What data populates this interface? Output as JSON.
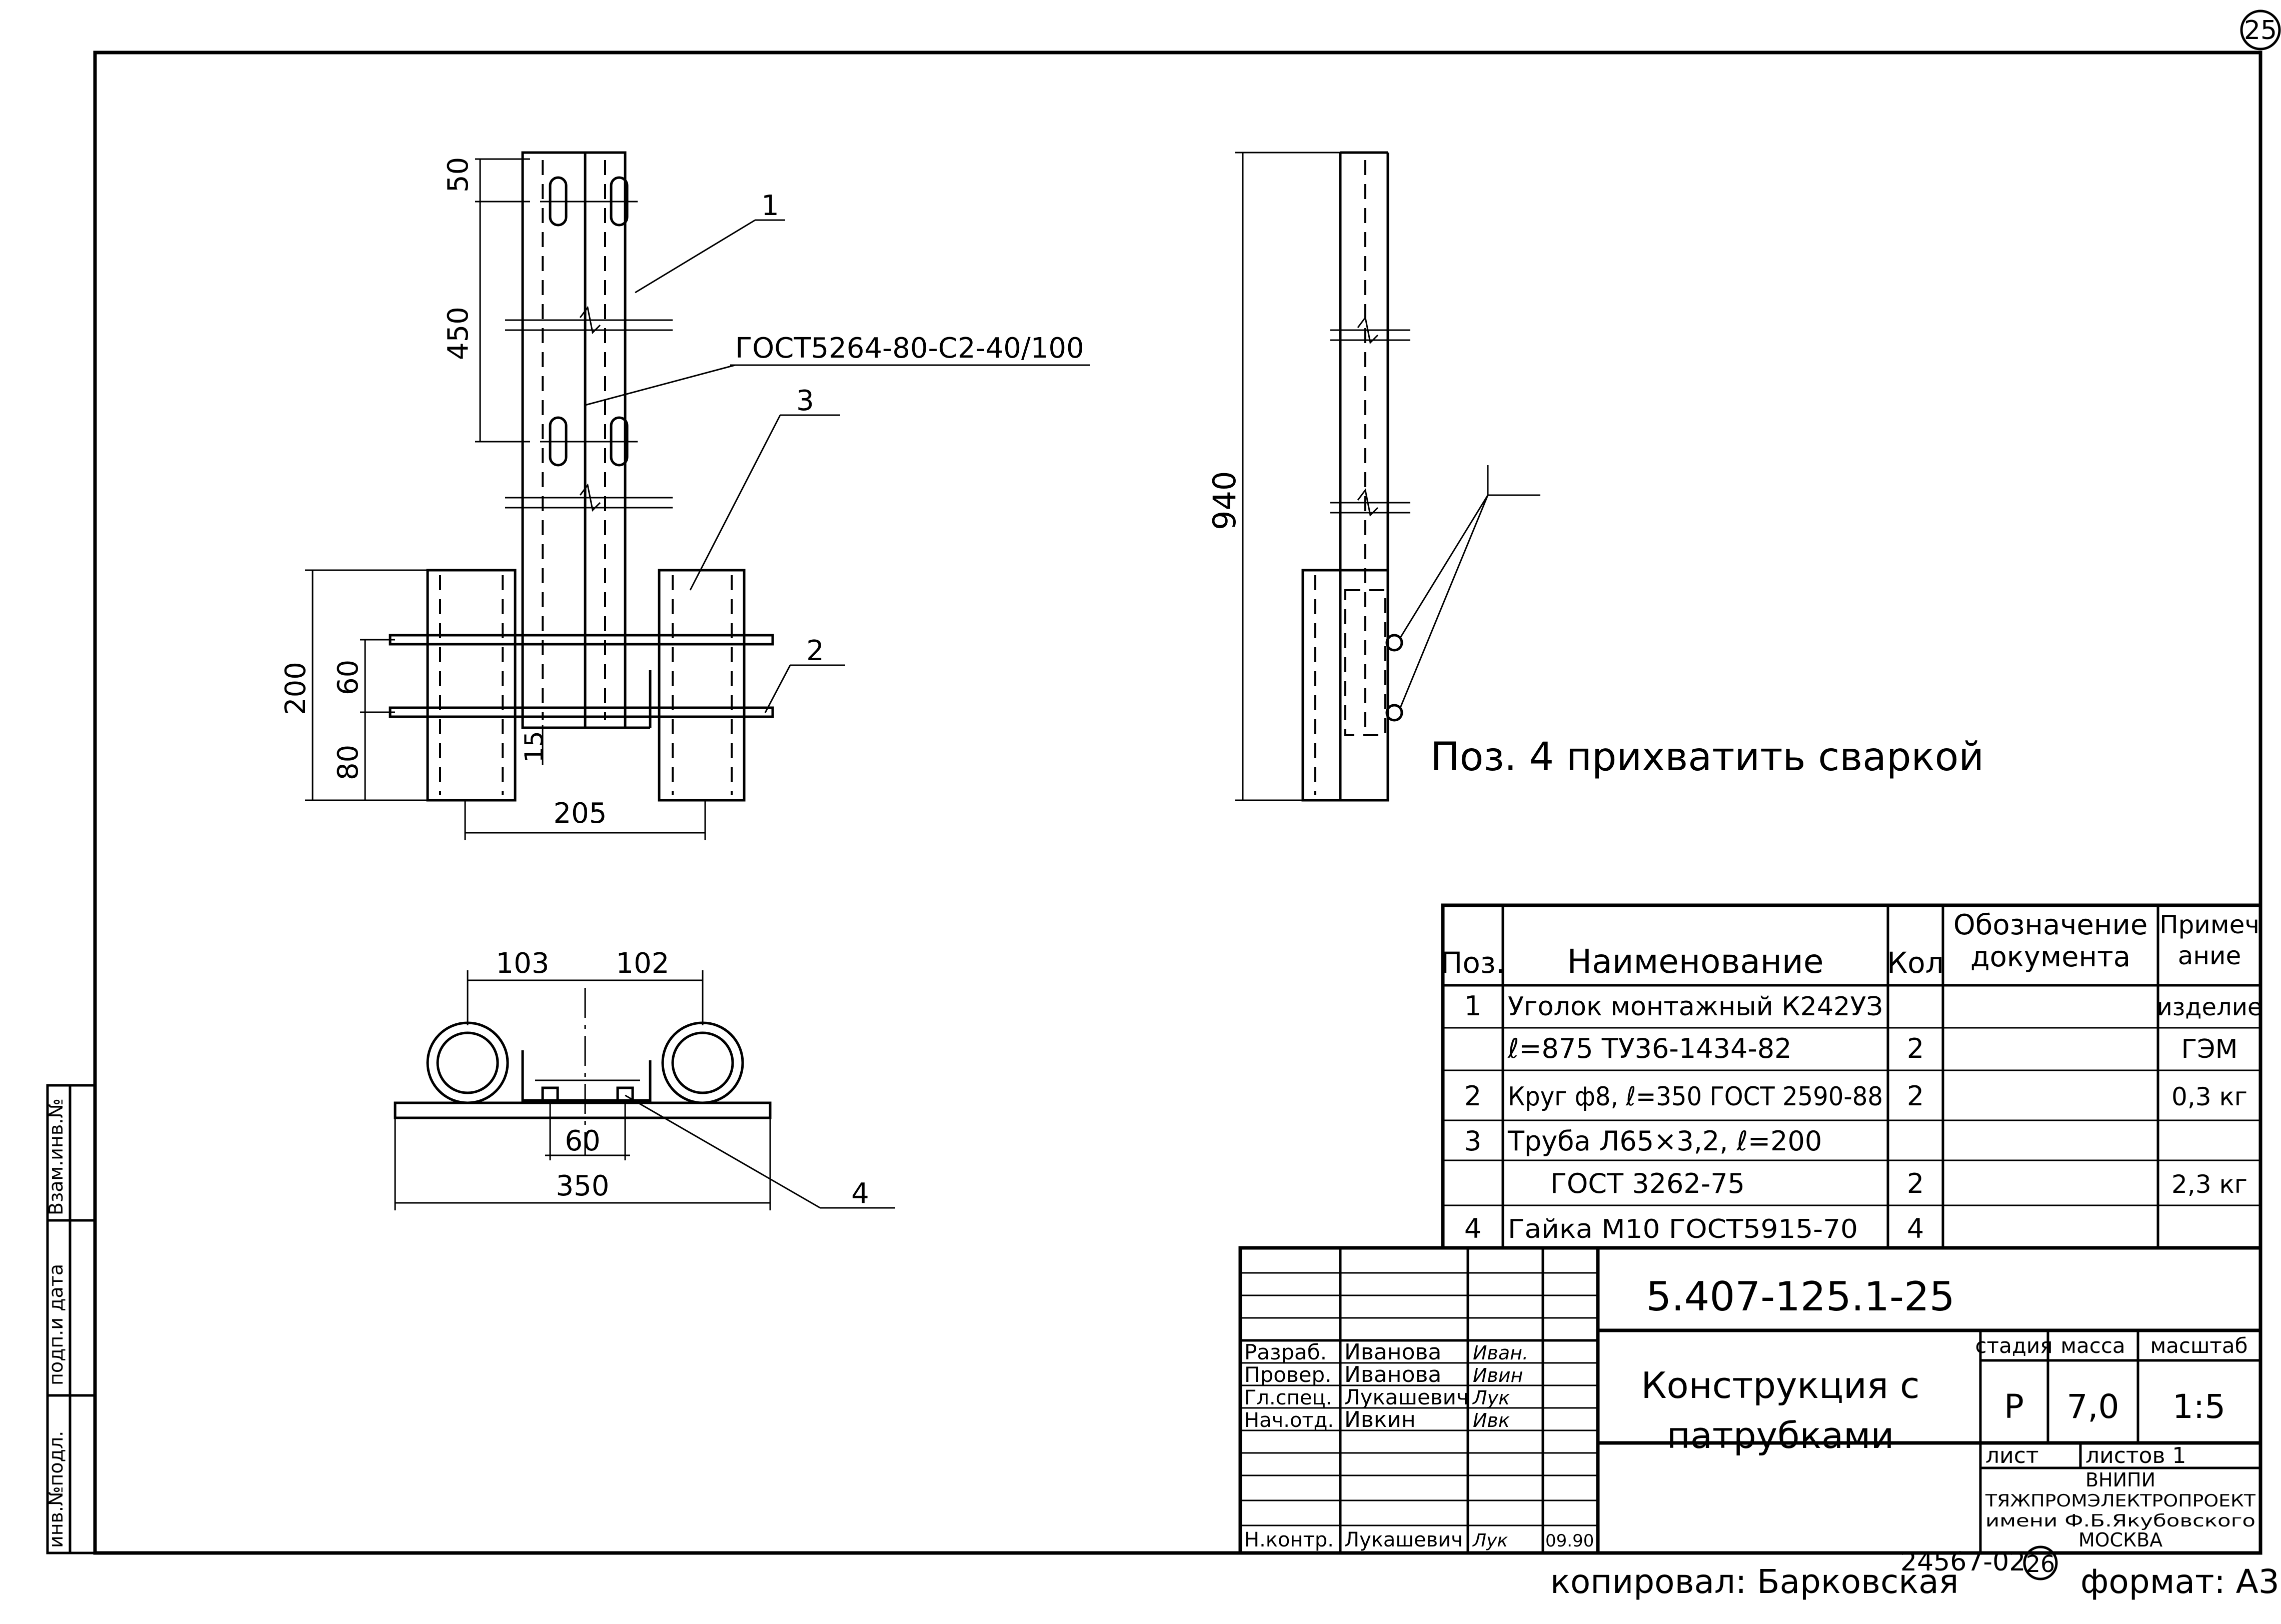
{
  "sheet": {
    "sheet_badge": "25",
    "copied_by": "копировал: Барковская",
    "archive_no": "24567-02",
    "archive_circle": "26",
    "format": "формат: А3"
  },
  "side_labels": {
    "inv_no": "инв.№подл.",
    "sign_date": "подп.и дата",
    "replace_inv": "Взам.инв.№"
  },
  "front_view": {
    "dim_50": "50",
    "dim_450": "450",
    "dim_200": "200",
    "dim_60": "60",
    "dim_80": "80",
    "dim_15": "15",
    "dim_205": "205",
    "callout_1": "1",
    "callout_2": "2",
    "callout_3": "3",
    "weld_note": "ГОСТ5264-80-С2-40/100"
  },
  "side_view": {
    "dim_940": "940",
    "note": "Поз.  4 прихватить сваркой"
  },
  "plan_view": {
    "dim_103": "103",
    "dim_102": "102",
    "dim_60": "60",
    "dim_350": "350",
    "callout_4": "4"
  },
  "spec_table": {
    "headers": {
      "pos": "Поз.",
      "name": "Наименование",
      "qty": "Кол",
      "doc": "Обозначение документа",
      "note": "Примечание"
    },
    "rows": [
      {
        "pos": "1",
        "name": "Уголок монтажный К242УЗ",
        "qty": "",
        "note": "изделие"
      },
      {
        "pos": "",
        "name": "ℓ=875 ТУ36-1434-82",
        "qty": "2",
        "note": "ГЭМ"
      },
      {
        "pos": "2",
        "name": "Круг ф8, ℓ=350 ГОСТ 2590-88",
        "qty": "2",
        "note": "0,3 кг"
      },
      {
        "pos": "3",
        "name": "Труба Л65×3,2, ℓ=200",
        "qty": "",
        "note": ""
      },
      {
        "pos": "",
        "name": "ГОСТ 3262-75",
        "qty": "2",
        "note": "2,3 кг"
      },
      {
        "pos": "4",
        "name": "Гайка М10 ГОСТ5915-70",
        "qty": "4",
        "note": ""
      }
    ]
  },
  "title_block": {
    "doc_code": "5.407-125.1-25",
    "title_line1": "Конструкция с",
    "title_line2": "патрубками",
    "stage_label": "стадия",
    "mass_label": "масса",
    "scale_label": "масштаб",
    "stage": "Р",
    "mass": "7,0",
    "scale": "1:5",
    "sheet_label": "лист",
    "sheets_label": "листов 1",
    "org_line1": "ВНИПИ",
    "org_line2": "ТЯЖПРОМЭЛЕКТРОПРОЕКТ",
    "org_line3": "имени Ф.Б.Якубовского",
    "org_line4": "МОСКВА",
    "roles": [
      {
        "role": "Разраб.",
        "name": "Иванова",
        "sign": "Иван."
      },
      {
        "role": "Провер.",
        "name": "Иванова",
        "sign": "Ивин"
      },
      {
        "role": "Гл.спец.",
        "name": "Лукашевич",
        "sign": "Лук"
      },
      {
        "role": "Нач.отд.",
        "name": "Ивкин",
        "sign": "Ивк"
      }
    ],
    "norm_role": "Н.контр.",
    "norm_name": "Лукашевич",
    "norm_sign": "Лук",
    "norm_date": "09.90"
  }
}
